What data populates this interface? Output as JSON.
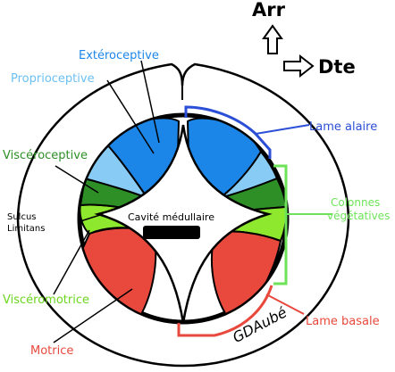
{
  "orientation": {
    "up_label": "Arr",
    "right_label": "Dte"
  },
  "regions": {
    "exteroceptive": "Extéroceptive",
    "proprioceptive": "Proprioceptive",
    "visceroceptive": "Viscéroceptive",
    "visceromotrice": "Viscéromotrice",
    "motrice": "Motrice"
  },
  "landmarks": {
    "sulcus_line1": "Sulcus",
    "sulcus_line2": "Limitans",
    "cavity": "Cavité médullaire"
  },
  "plates": {
    "lame_alaire": "Lame alaire",
    "colonnes_line1": "Colonnes",
    "colonnes_line2": "végétatives",
    "lame_basale": "Lame basale"
  },
  "signature": "GDAubé",
  "colors": {
    "exteroceptive": "#1c86e8",
    "proprioceptive": "#88ccf5",
    "visceroceptive": "#2e8f26",
    "visceromotrice": "#8ee82d",
    "motrice": "#e8493c",
    "lame_alaire": "#2b4fd6",
    "colonnes": "#6ee35a",
    "lame_basale": "#e8493c"
  }
}
